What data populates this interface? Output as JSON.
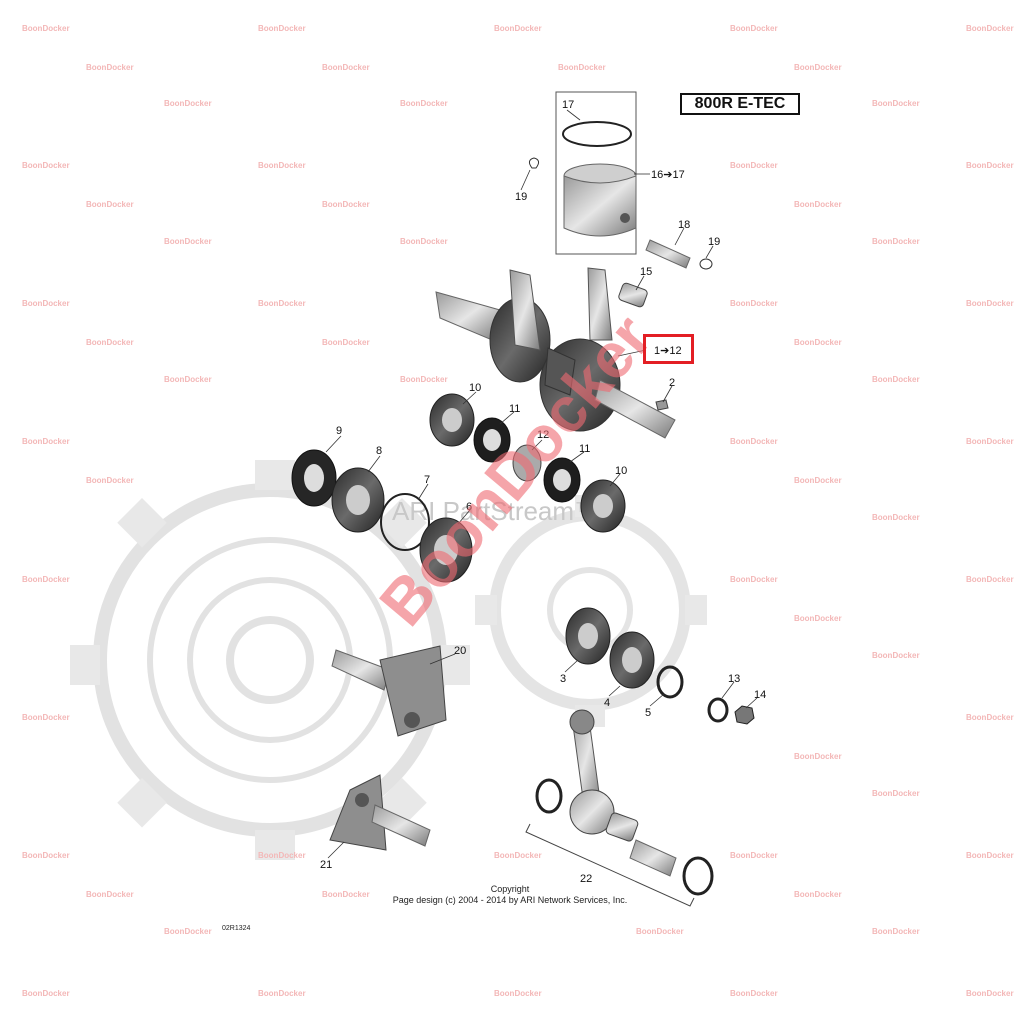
{
  "model_title": "800R E-TEC",
  "callouts": {
    "c1_12": "1➔12",
    "c2": "2",
    "c3": "3",
    "c4": "4",
    "c5": "5",
    "c6": "6",
    "c7": "7",
    "c8": "8",
    "c9": "9",
    "c10a": "10",
    "c10b": "10",
    "c11a": "11",
    "c11b": "11",
    "c12": "12",
    "c13": "13",
    "c14": "14",
    "c15": "15",
    "c16_17": "16➔17",
    "c17": "17",
    "c18": "18",
    "c19a": "19",
    "c19b": "19",
    "c20": "20",
    "c21": "21",
    "c22": "22"
  },
  "copyright": {
    "line1": "Copyright",
    "line2": "Page design (c) 2004 - 2014 by ARI Network Services, Inc."
  },
  "diagram_code": "02R1324",
  "watermarks": {
    "brand": "BoonDocker",
    "small": "BoonDocker",
    "ari": "ARI PartStream™"
  },
  "colors": {
    "highlight": "#e31e24",
    "watermark": "#f06a72",
    "part_dark": "#3a3a3a",
    "part_light": "#d8d8d8"
  }
}
